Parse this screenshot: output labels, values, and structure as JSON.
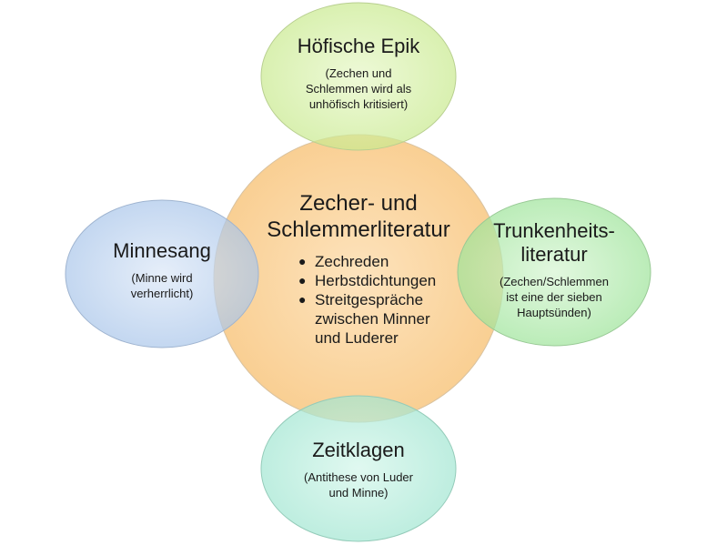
{
  "center": {
    "title_line1": "Zecher- und",
    "title_line2": "Schlemmerliteratur",
    "bullets": [
      "Zechreden",
      "Herbstdichtungen",
      "Streitgespräche zwischen Minner und Luderer"
    ]
  },
  "top": {
    "title": "Höfische Epik",
    "note_line1": "(Zechen und",
    "note_line2": "Schlemmen wird als",
    "note_line3": "unhöfisch kritisiert)"
  },
  "left": {
    "title": "Minnesang",
    "note_line1": "(Minne wird",
    "note_line2": "verherrlicht)"
  },
  "right": {
    "title_line1": "Trunkenheits-",
    "title_line2": "literatur",
    "note_line1": "(Zechen/Schlemmen",
    "note_line2": "ist eine der sieben",
    "note_line3": "Hauptsünden)"
  },
  "bottom": {
    "title": "Zeitklagen",
    "note_line1": "(Antithese von Luder",
    "note_line2": "und Minne)"
  },
  "colors": {
    "center_fill": "#fbd9a6",
    "top_fill": "#d6efa9",
    "left_fill": "#bfd3ee",
    "right_fill": "#b5e9b2",
    "bottom_fill": "#b8eddd"
  }
}
